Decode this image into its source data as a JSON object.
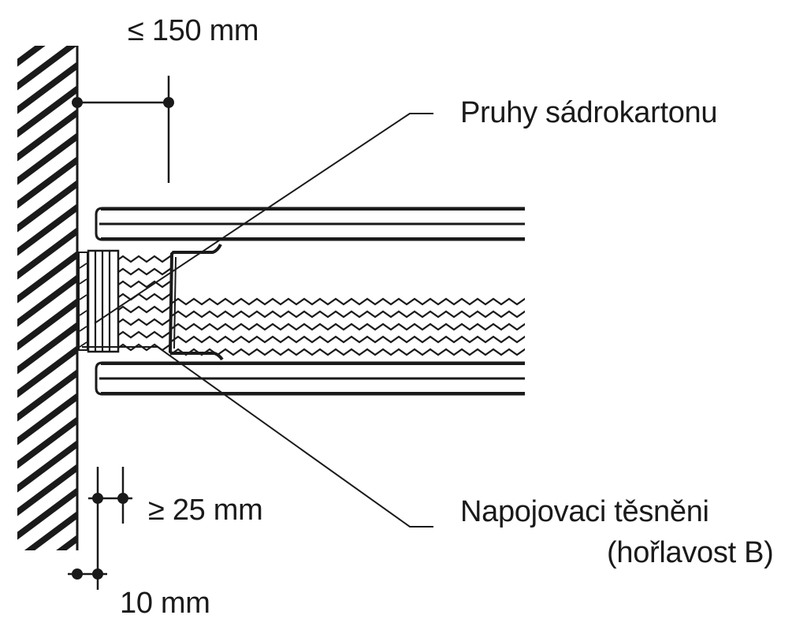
{
  "labels": {
    "dim_top": "≤ 150 mm",
    "dim_mid": "≥ 25 mm",
    "dim_bottom": "10 mm",
    "callout_top": "Pruhy sádrokartonu",
    "callout_bottom_line1": "Napojovaci těsněni",
    "callout_bottom_line2": "(hořlavost B)"
  },
  "colors": {
    "ink": "#1a1a1a",
    "background": "#ffffff"
  }
}
